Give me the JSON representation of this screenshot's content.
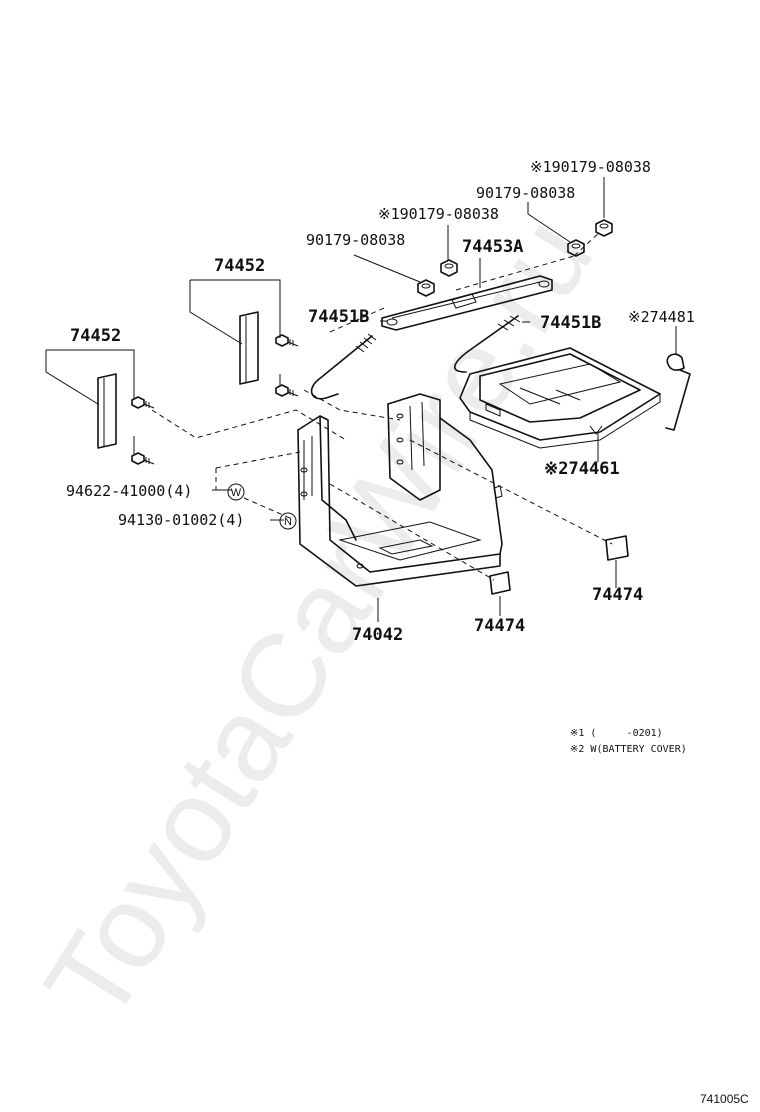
{
  "watermark": "ToyotaCarWire.ru",
  "labels": {
    "p1": "※190179-08038",
    "p2": "90179-08038",
    "p3": "※190179-08038",
    "p4": "90179-08038",
    "p5": "74453A",
    "p6": "74452",
    "p7": "74451B",
    "p8": "74451B",
    "p9": "※274481",
    "p10": "74452",
    "p11": "※274461",
    "p12": "94622-41000(4)",
    "p13": "94130-01002(4)",
    "p14": "74474",
    "p15": "74474",
    "p16": "74042"
  },
  "circle_marks": {
    "w": "W",
    "n": "N"
  },
  "notes": {
    "n1": "※1 (     -0201)",
    "n2": "※2 W(BATTERY COVER)"
  },
  "diagram_code": "741005C"
}
